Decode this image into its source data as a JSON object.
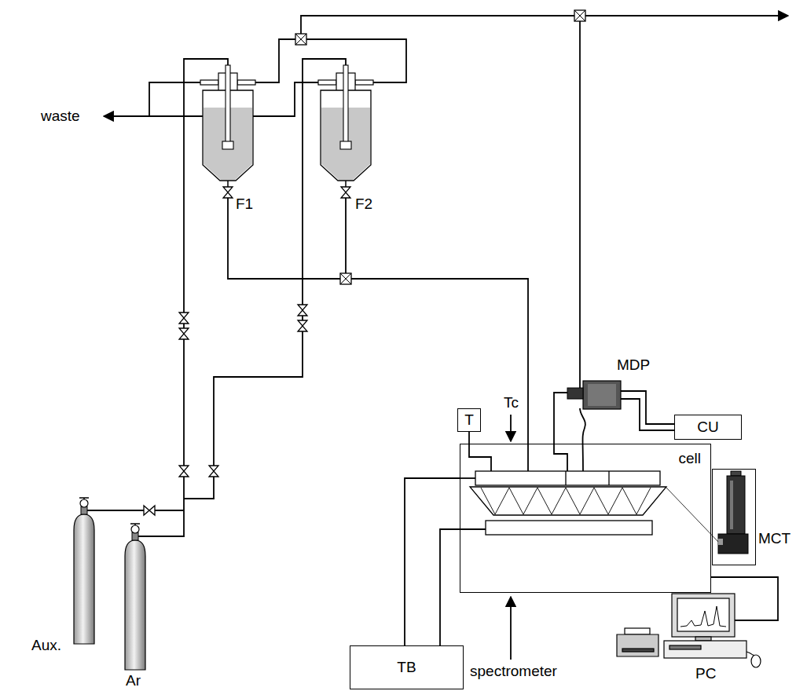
{
  "diagram": {
    "nodes": [
      {
        "text": [
          "T"
        ]
      },
      {
        "text": [
          "CU"
        ]
      },
      {
        "text": [
          "TB"
        ]
      },
      {
        "text": [
          "cell"
        ]
      },
      {
        "text": [
          "MCT"
        ]
      }
    ],
    "edges": [
      {
        "from": 2,
        "to": 3,
        "arrow": "none"
      },
      {
        "from": 2,
        "to": 3,
        "arrow": "none"
      },
      {
        "from": 0,
        "to": 3,
        "arrow": "none"
      }
    ],
    "labels": [
      "waste",
      "F1",
      "F2",
      "MDP",
      "Tc",
      "spectrometer",
      "PC",
      "Aux.",
      "Ar"
    ]
  }
}
